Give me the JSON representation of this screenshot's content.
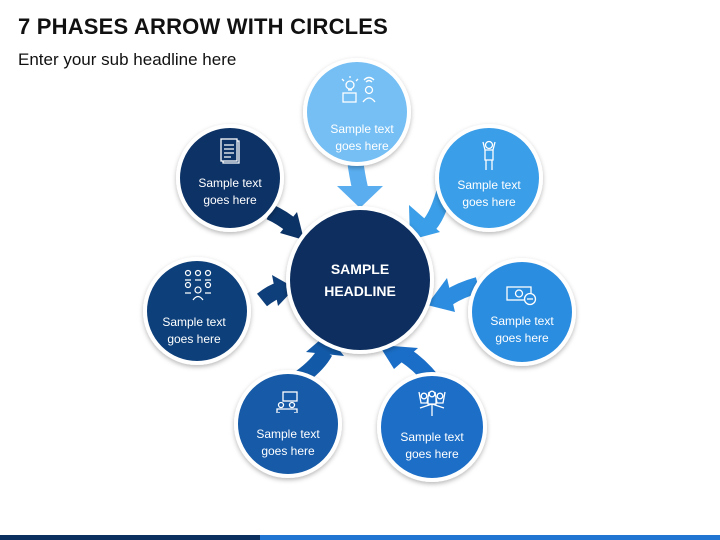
{
  "header": {
    "title": "7 PHASES ARROW WITH CIRCLES",
    "subtitle": "Enter your sub headline here"
  },
  "center": {
    "line1": "SAMPLE",
    "line2": "HEADLINE",
    "color": "#0b2f5f"
  },
  "phases": [
    {
      "line1": "Sample text",
      "line2": "goes here",
      "icon": "idea-team-icon",
      "color": "#74bff4"
    },
    {
      "line1": "Sample text",
      "line2": "goes here",
      "icon": "achievement-person-icon",
      "color": "#3a9ee8"
    },
    {
      "line1": "Sample text",
      "line2": "goes here",
      "icon": "money-note-icon",
      "color": "#2c8de0"
    },
    {
      "line1": "Sample text",
      "line2": "goes here",
      "icon": "celebrating-team-icon",
      "color": "#1a6ec7"
    },
    {
      "line1": "Sample text",
      "line2": "goes here",
      "icon": "meeting-presentation-icon",
      "color": "#125aa8"
    },
    {
      "line1": "Sample text",
      "line2": "goes here",
      "icon": "people-network-icon",
      "color": "#0e3f7a"
    },
    {
      "line1": "Sample text",
      "line2": "goes here",
      "icon": "document-icon",
      "color": "#0b3366"
    }
  ]
}
